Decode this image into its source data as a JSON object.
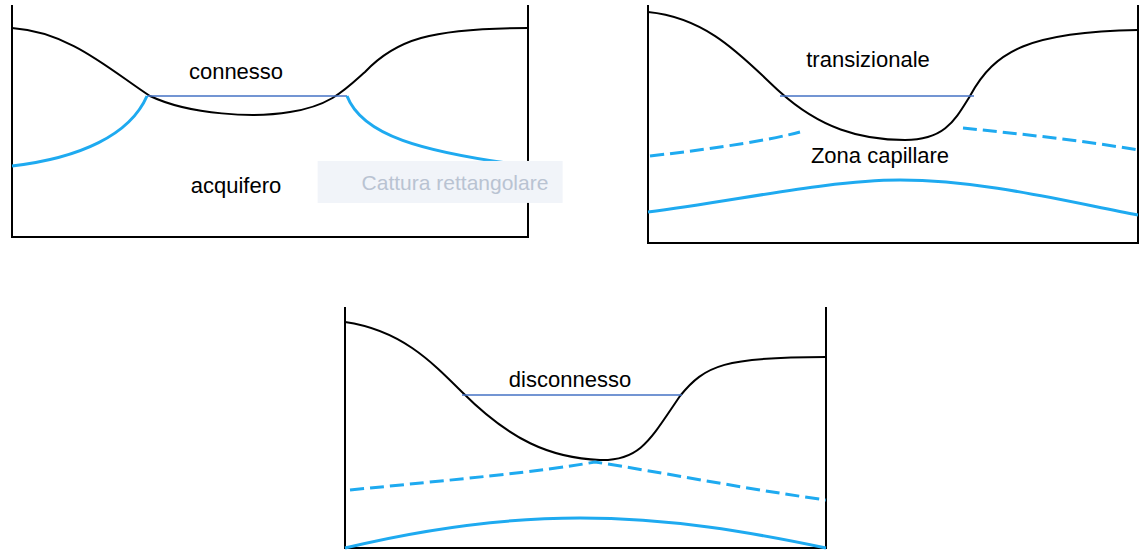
{
  "diagram": {
    "labels": [
      "connesso",
      "acquifero",
      "Cattura rettangolare",
      "transizionale",
      "Zona capillare",
      "disconnesso"
    ]
  }
}
